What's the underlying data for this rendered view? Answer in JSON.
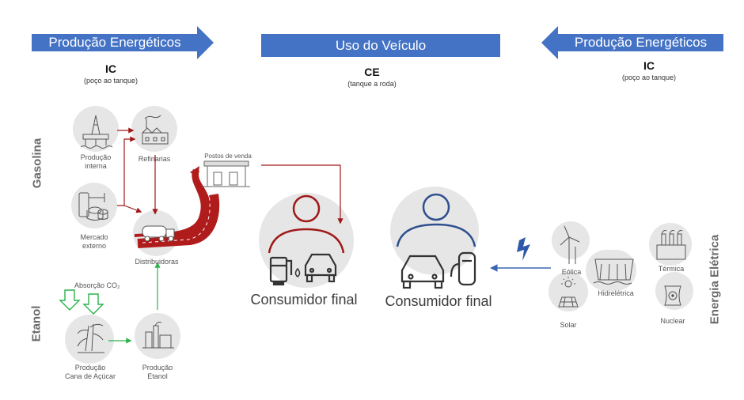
{
  "banners": {
    "left": "Produção Energéticos",
    "center": "Uso do Veículo",
    "right": "Produção Energéticos"
  },
  "headers": {
    "left": {
      "title": "IC",
      "subtitle": "(poço ao tanque)"
    },
    "center": {
      "title": "CE",
      "subtitle": "(tanque  a roda)"
    },
    "right": {
      "title": "IC",
      "subtitle": "(poço ao tanque)"
    }
  },
  "side_labels": {
    "gasolina": "Gasolina",
    "etanol": "Etanol",
    "energia": "Energia Elétrica"
  },
  "gasoline_nodes": {
    "producao_interna": [
      "Produção",
      "interna"
    ],
    "refinarias": "Refinarias",
    "mercado_externo": [
      "Mercado",
      "externo"
    ],
    "distribuidoras": "Distribuidoras",
    "postos": "Postos de venda"
  },
  "ethanol_nodes": {
    "absorcao": "Absorção CO₂",
    "cana": [
      "Produção",
      "Cana de Açúcar"
    ],
    "etanol": [
      "Produção",
      "Etanol"
    ]
  },
  "electric_nodes": {
    "eolica": "Eólica",
    "solar": "Solar",
    "hidreletrica": "Hidrelétrica",
    "termica": "Térmica",
    "nuclear": "Nuclear"
  },
  "consumers": {
    "left": "Consumidor final",
    "right": "Consumidor final"
  },
  "colors": {
    "banner": "#4472c4",
    "gasoline_arrow": "#a01818",
    "ethanol_arrow": "#2bb24c",
    "electric_arrow": "#3a66b0",
    "person_red": "#a01818",
    "person_blue": "#2f4f8f",
    "circle": "#e6e6e6"
  }
}
